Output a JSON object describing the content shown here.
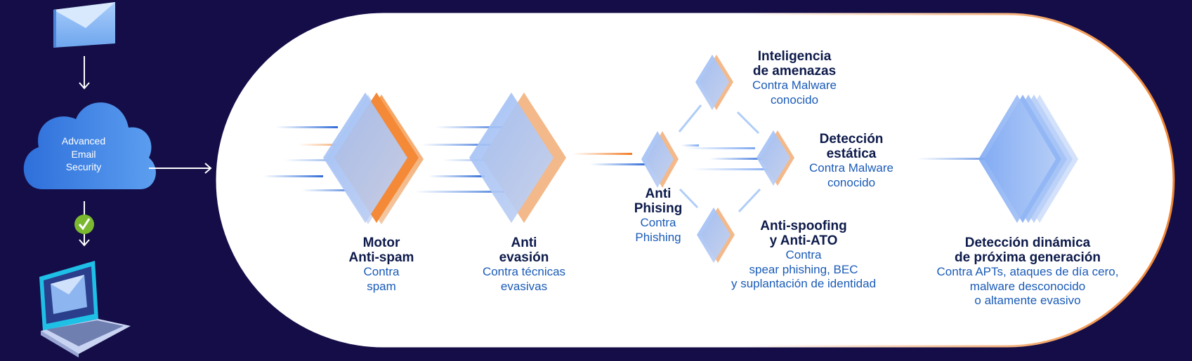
{
  "sidebar": {
    "cloud_label": [
      "Advanced",
      "Email",
      "Security"
    ]
  },
  "stages": {
    "antispam": {
      "title": [
        "Motor",
        "Anti-spam"
      ],
      "subtitle": [
        "Contra",
        "spam"
      ]
    },
    "antievasion": {
      "title": [
        "Anti",
        "evasión"
      ],
      "subtitle": [
        "Contra técnicas",
        "evasivas"
      ]
    },
    "antiphishing": {
      "title": [
        "Anti",
        "Phising"
      ],
      "subtitle": [
        "Contra",
        "Phishing"
      ]
    },
    "threat_intel": {
      "title": [
        "Inteligencia",
        "de amenazas"
      ],
      "subtitle": [
        "Contra Malware",
        "conocido"
      ]
    },
    "static_detection": {
      "title": [
        "Detección",
        "estática"
      ],
      "subtitle": [
        "Contra Malware",
        "conocido"
      ]
    },
    "antispoofing": {
      "title": [
        "Anti-spoofing",
        "y Anti-ATO"
      ],
      "subtitle": [
        "Contra",
        "spear phishing, BEC",
        "y suplantación de identidad"
      ]
    },
    "dynamic_detection": {
      "title": [
        "Detección dinámica",
        "de próxima generación"
      ],
      "subtitle": [
        "Contra APTs, ataques de día cero,",
        "malware desconocido",
        "o altamente evasivo"
      ]
    }
  },
  "colors": {
    "background": "#140d47",
    "panel": "#ffffff",
    "panel_border": "#f0832f",
    "accent_orange": "#f58a36",
    "accent_blue": "#3f7de0",
    "diamond_blue": "#8fb4f5",
    "title_text": "#0d1a4a",
    "subtitle_text": "#1a5bb8",
    "check_green": "#7ab92f"
  },
  "icons": [
    "envelope-icon",
    "arrow-down-icon",
    "cloud-icon",
    "arrow-right-icon",
    "check-icon",
    "laptop-icon"
  ]
}
